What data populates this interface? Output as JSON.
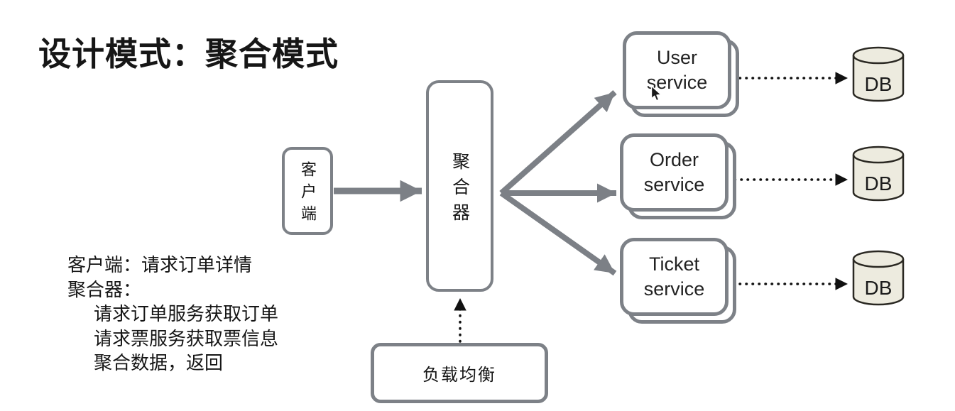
{
  "title": "设计模式：聚合模式",
  "notes": {
    "lines": [
      {
        "text": "客户端：请求订单详情"
      },
      {
        "text": "聚合器："
      },
      {
        "text": "请求订单服务获取订单"
      },
      {
        "text": "请求票服务获取票信息"
      },
      {
        "text": "聚合数据，返回"
      }
    ]
  },
  "nodes": {
    "client": {
      "label": "客户端"
    },
    "aggregator": {
      "label": "聚合器"
    },
    "load_balancer": {
      "label": "负载均衡"
    },
    "services": [
      {
        "lines": [
          "User",
          "service"
        ]
      },
      {
        "lines": [
          "Order",
          "service"
        ]
      },
      {
        "lines": [
          "Ticket",
          "service"
        ]
      }
    ],
    "databases": [
      {
        "label": "DB"
      },
      {
        "label": "DB"
      },
      {
        "label": "DB"
      }
    ]
  },
  "colors": {
    "background": "#ffffff",
    "box_border_gray": "#7d8187",
    "arrow_gray": "#7c8086",
    "dotted_arrow_black": "#111111",
    "db_fill": "#edebdf",
    "db_stroke": "#2a2822",
    "text": "#161616"
  }
}
